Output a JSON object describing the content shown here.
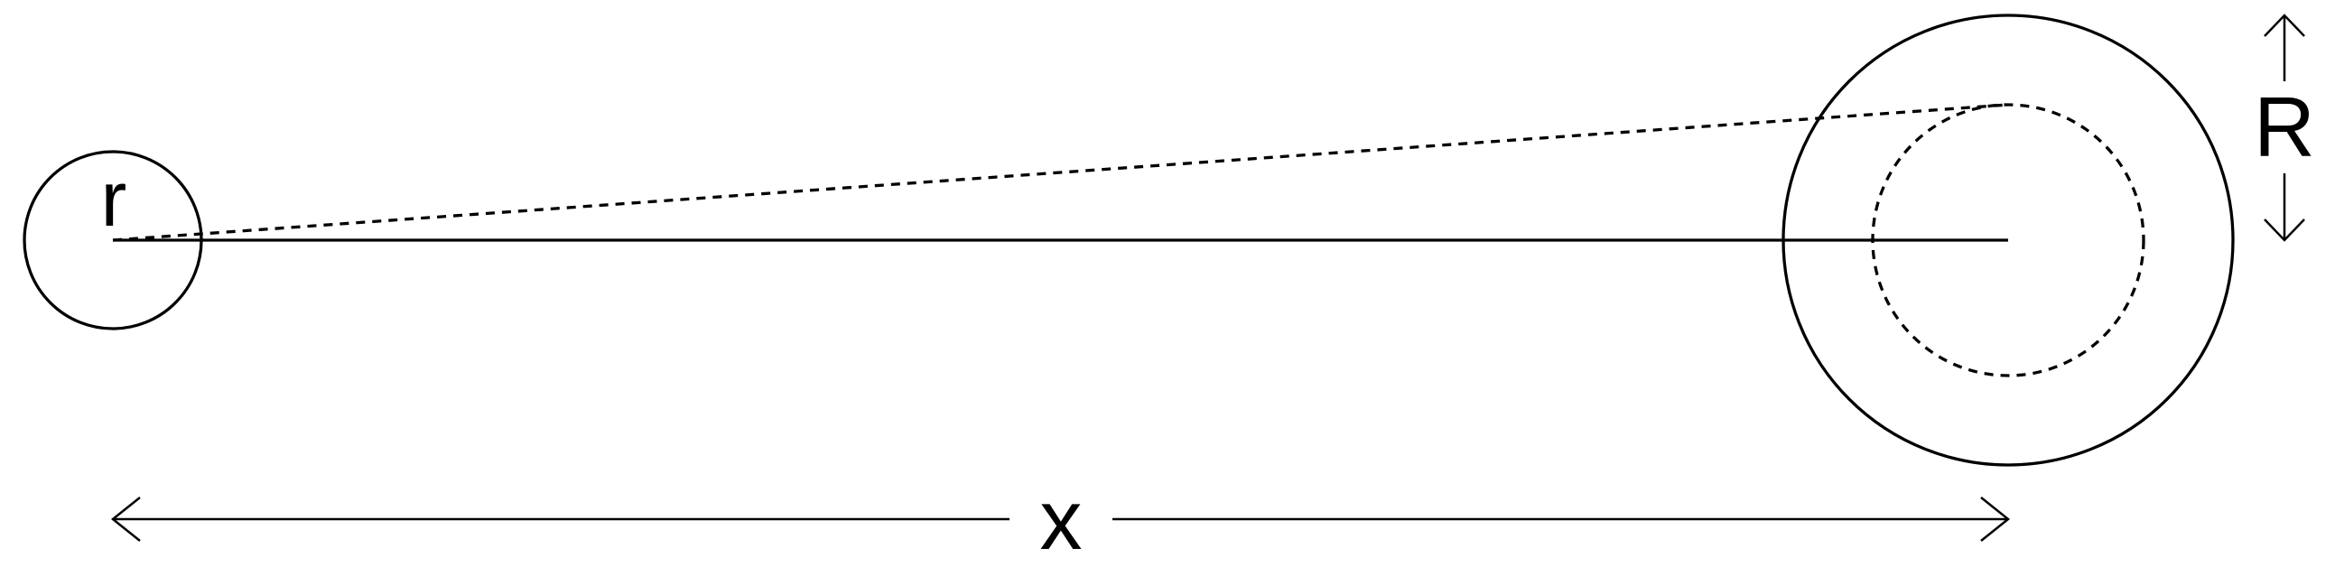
{
  "labels": {
    "small_radius": "r",
    "large_radius": "R",
    "distance": "x"
  }
}
